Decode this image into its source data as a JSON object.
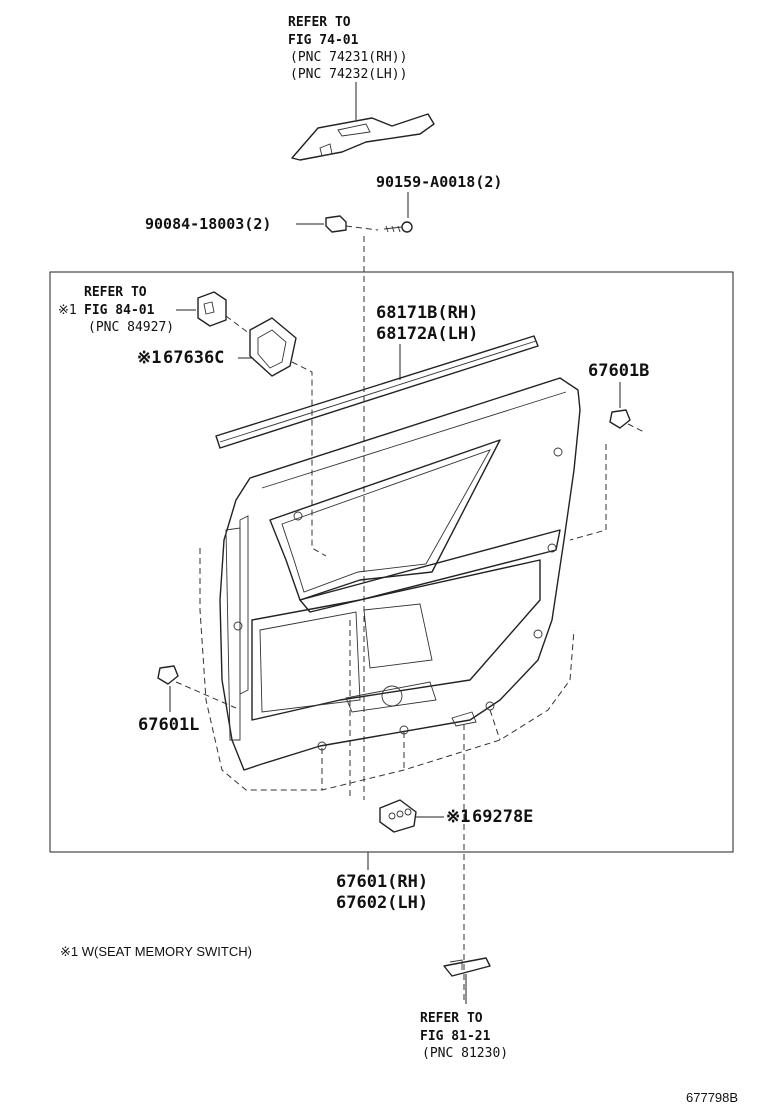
{
  "labels": {
    "top_ref": [
      "REFER TO",
      "FIG 74-01",
      "(PNC 74231(RH))",
      "(PNC 74232(LH))"
    ],
    "screw": "90159-A0018(2)",
    "clip": "90084-18003(2)",
    "left_ref": [
      "REFER TO",
      "FIG 84-01",
      "(PNC 84927)"
    ],
    "left_ref_mark": "※1",
    "bezel_mark": "※1",
    "bezel": "67636C",
    "weatherstrip": [
      "68171B(RH)",
      "68172A(LH)"
    ],
    "clip_right": "67601B",
    "clip_left": "67601L",
    "switch_mark": "※1",
    "switch": "69278E",
    "panel": [
      "67601(RH)",
      "67602(LH)"
    ],
    "footnote": "※1 W(SEAT MEMORY SWITCH)",
    "bottom_ref": [
      "REFER TO",
      "FIG 81-21",
      "(PNC 81230)"
    ],
    "diagram_id": "677798B"
  }
}
